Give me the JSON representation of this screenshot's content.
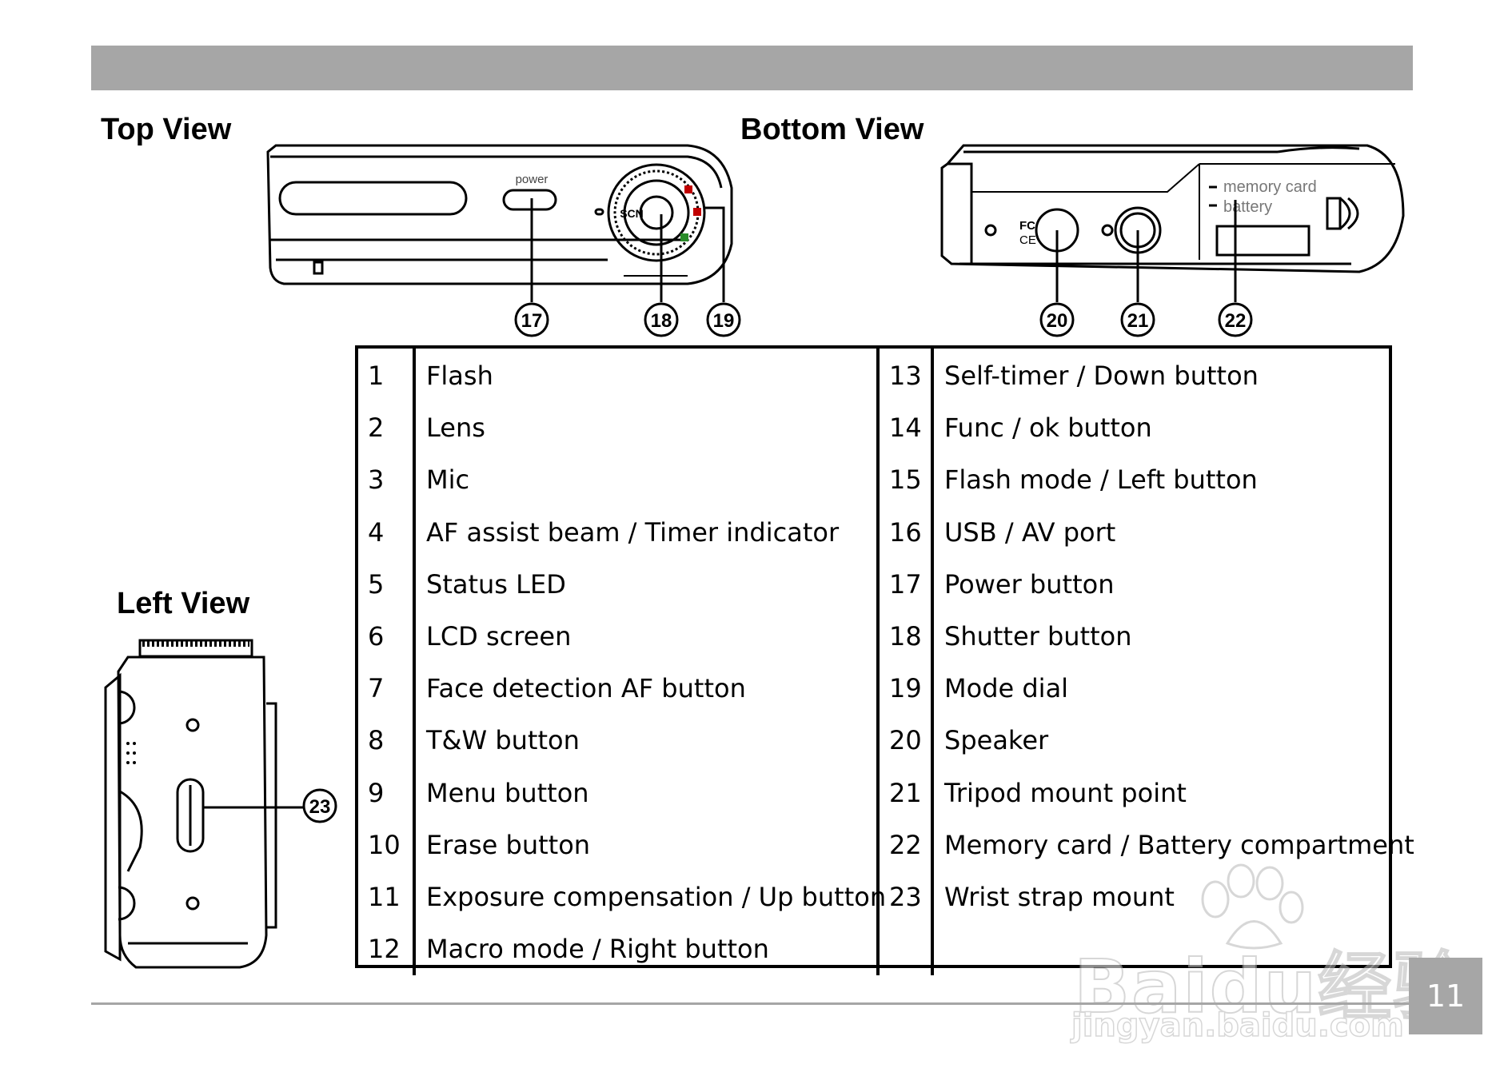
{
  "views": {
    "top": "Top View",
    "bottom": "Bottom View",
    "left": "Left View"
  },
  "camera_labels": {
    "power": "power",
    "scn": "SCN",
    "memory_card": "memory card",
    "battery": "battery",
    "fc": "FC",
    "ce": "CE"
  },
  "callouts": [
    "17",
    "18",
    "19",
    "20",
    "21",
    "22",
    "23"
  ],
  "legend_left": [
    {
      "num": "1",
      "label": "Flash"
    },
    {
      "num": "2",
      "label": "Lens"
    },
    {
      "num": "3",
      "label": "Mic"
    },
    {
      "num": "4",
      "label": "AF assist beam / Timer indicator"
    },
    {
      "num": "5",
      "label": "Status LED"
    },
    {
      "num": "6",
      "label": "LCD screen"
    },
    {
      "num": "7",
      "label": "Face detection AF button"
    },
    {
      "num": "8",
      "label": "T&W button"
    },
    {
      "num": "9",
      "label": "Menu button"
    },
    {
      "num": "10",
      "label": "Erase button"
    },
    {
      "num": "11",
      "label": "Exposure compensation / Up button"
    },
    {
      "num": "12",
      "label": "Macro mode / Right button"
    }
  ],
  "legend_right": [
    {
      "num": "13",
      "label": "Self-timer / Down button"
    },
    {
      "num": "14",
      "label": "Func / ok button"
    },
    {
      "num": "15",
      "label": "Flash mode / Left button"
    },
    {
      "num": "16",
      "label": "USB / AV port"
    },
    {
      "num": "17",
      "label": "Power button"
    },
    {
      "num": "18",
      "label": "Shutter button"
    },
    {
      "num": "19",
      "label": "Mode dial"
    },
    {
      "num": "20",
      "label": "Speaker"
    },
    {
      "num": "21",
      "label": "Tripod mount point"
    },
    {
      "num": "22",
      "label": "Memory card / Battery compartment"
    },
    {
      "num": "23",
      "label": "Wrist strap mount"
    }
  ],
  "page_number": "11",
  "watermark": {
    "logo": "Baidu经验",
    "url": "jingyan.baidu.com"
  }
}
